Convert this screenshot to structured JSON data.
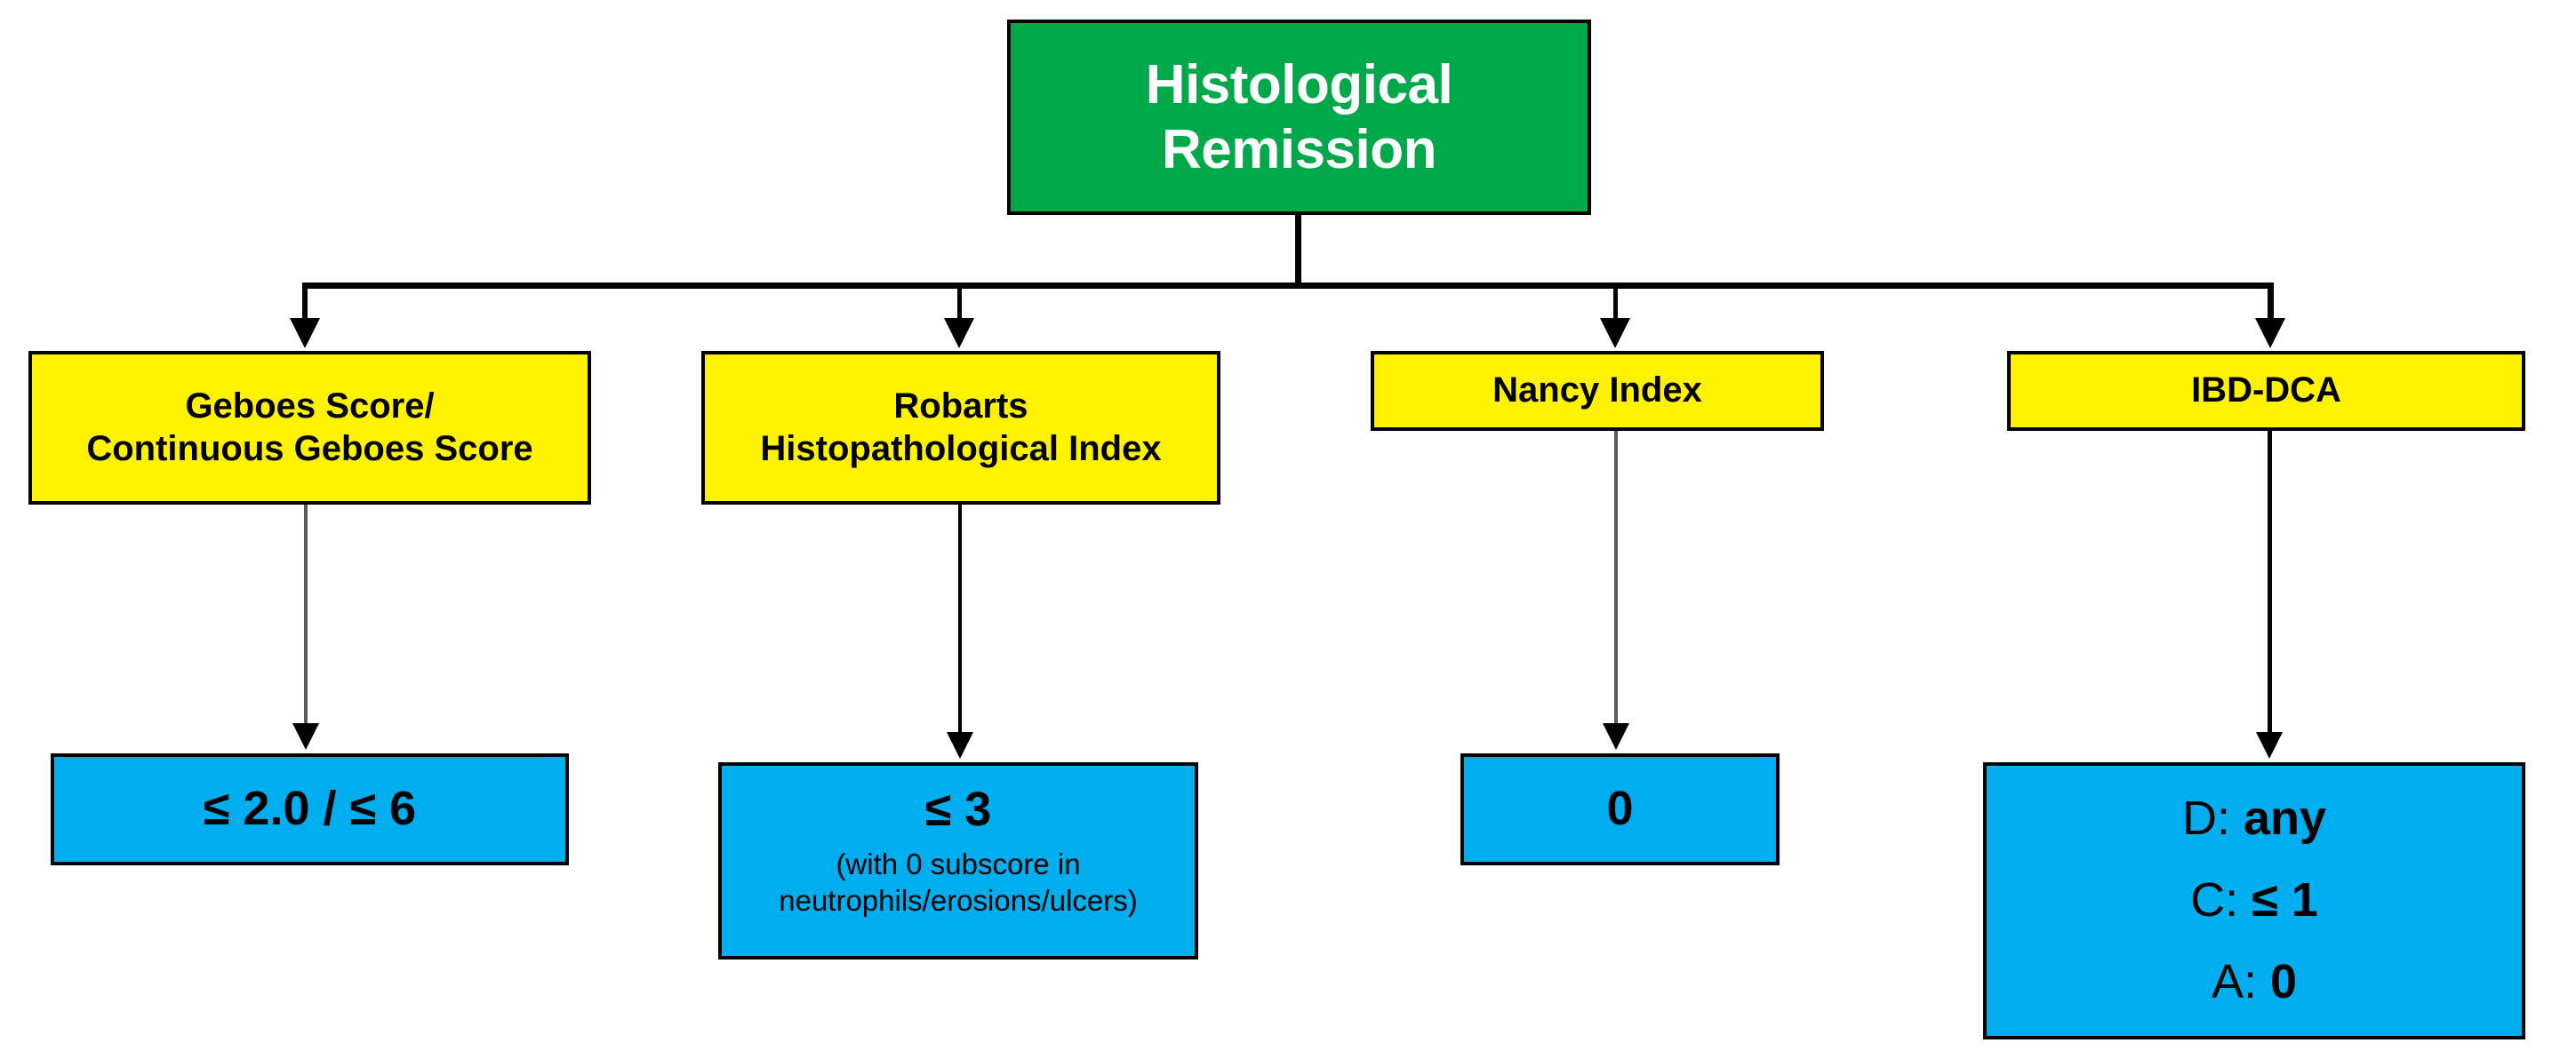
{
  "diagram": {
    "title": "Histological Remission",
    "root": {
      "label": "Histological Remission",
      "line1": "Histological",
      "line2": "Remission",
      "color": "#00A84A"
    },
    "colors": {
      "root_fill": "#00A84A",
      "index_fill": "#FFF200",
      "cutoff_fill": "#00AEEF",
      "border": "#000000",
      "connector": "#000000",
      "connector_thin": "#595959",
      "root_text": "#FFFFFF",
      "body_text": "#000000"
    },
    "branches": [
      {
        "id": "geboes",
        "index_line1": "Geboes Score/",
        "index_line2": "Continuous Geboes Score",
        "cutoff_main": "≤ 2.0 / ≤ 6",
        "cutoff_sub": ""
      },
      {
        "id": "rhi",
        "index_line1": "Robarts",
        "index_line2": "Histopathological  Index",
        "cutoff_main": "≤ 3",
        "cutoff_sub_line1": "(with 0 subscore in",
        "cutoff_sub_line2": "neutrophils/erosions/ulcers)"
      },
      {
        "id": "nancy",
        "index_line1": "Nancy Index",
        "index_line2": "",
        "cutoff_main": "0",
        "cutoff_sub": ""
      },
      {
        "id": "ibd-dca",
        "index_line1": "IBD-DCA",
        "index_line2": "",
        "cutoff_rows": [
          {
            "key": "D: ",
            "value": "any"
          },
          {
            "key": "C: ",
            "value": "≤ 1"
          },
          {
            "key": "A: ",
            "value": "0"
          }
        ]
      }
    ]
  }
}
